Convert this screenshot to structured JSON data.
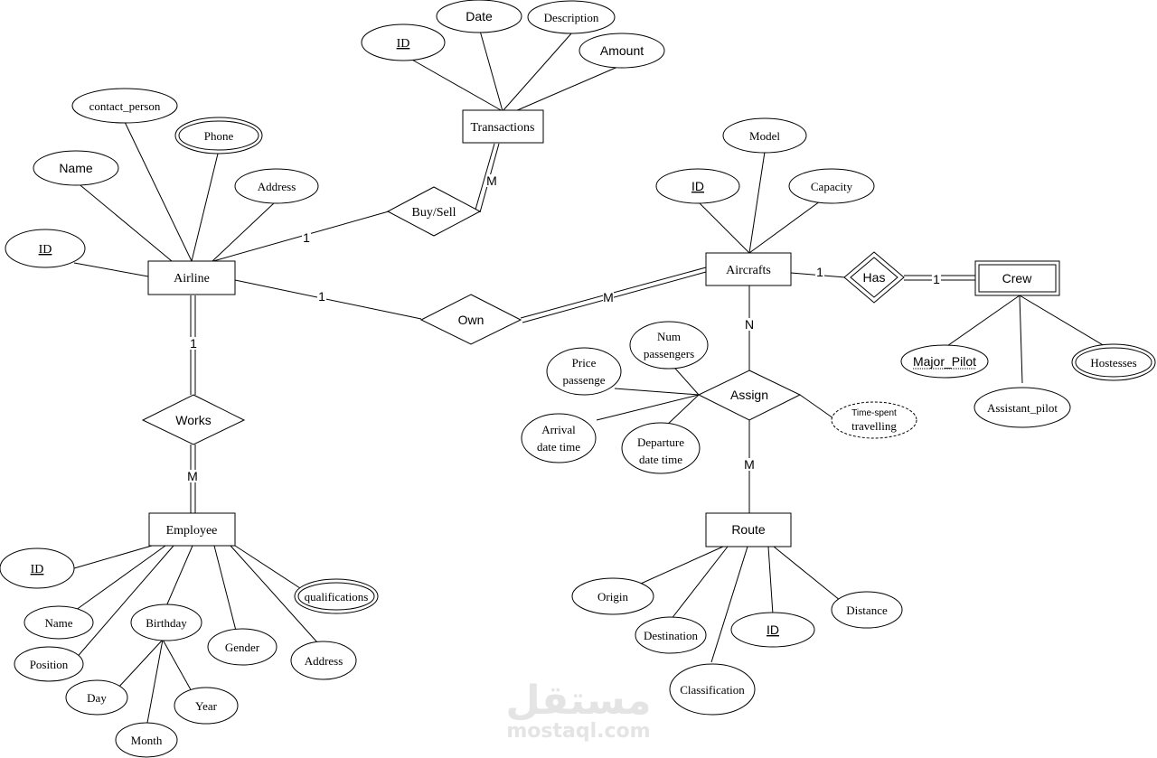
{
  "entities": {
    "transactions": "Transactions",
    "airline": "Airline",
    "aircrafts": "Aircrafts",
    "crew": "Crew",
    "employee": "Employee",
    "route": "Route"
  },
  "relationships": {
    "buy_sell": "Buy/Sell",
    "own": "Own",
    "has": "Has",
    "works": "Works",
    "assign": "Assign"
  },
  "attributes": {
    "transactions": {
      "id": "ID",
      "date": "Date",
      "description": "Description",
      "amount": "Amount"
    },
    "airline": {
      "contact_person": "contact_person",
      "phone": "Phone",
      "name": "Name",
      "address": "Address",
      "id": "ID"
    },
    "aircrafts": {
      "model": "Model",
      "id": "ID",
      "capacity": "Capacity"
    },
    "crew": {
      "major_pilot": "Major_Pilot",
      "assistant_pilot": "Assistant_pilot",
      "hostesses": "Hostesses"
    },
    "assign": {
      "num_passengers_1": "Num",
      "num_passengers_2": "passengers",
      "price_1": "Price",
      "price_2": "passenge",
      "arrival_1": "Arrival",
      "arrival_2": "date time",
      "departure_1": "Departure",
      "departure_2": "date time",
      "time_spent_1": "Time-spent",
      "time_spent_2": "travelling"
    },
    "employee": {
      "id": "ID",
      "qualifications": "qualifications",
      "name": "Name",
      "birthday": "Birthday",
      "gender": "Gender",
      "position": "Position",
      "address": "Address",
      "day": "Day",
      "year": "Year",
      "month": "Month"
    },
    "route": {
      "origin": "Origin",
      "destination": "Destination",
      "id": "ID",
      "distance": "Distance",
      "classification": "Classification"
    }
  },
  "cardinalities": {
    "transactions_buysell": "M",
    "airline_buysell": "1",
    "airline_own": "1",
    "aircrafts_own": "M",
    "aircrafts_has": "1",
    "crew_has": "1",
    "airline_works": "1",
    "employee_works": "M",
    "aircrafts_assign": "N",
    "route_assign": "M"
  },
  "watermark": {
    "arabic": "مستقل",
    "latin": "mostaql.com"
  }
}
